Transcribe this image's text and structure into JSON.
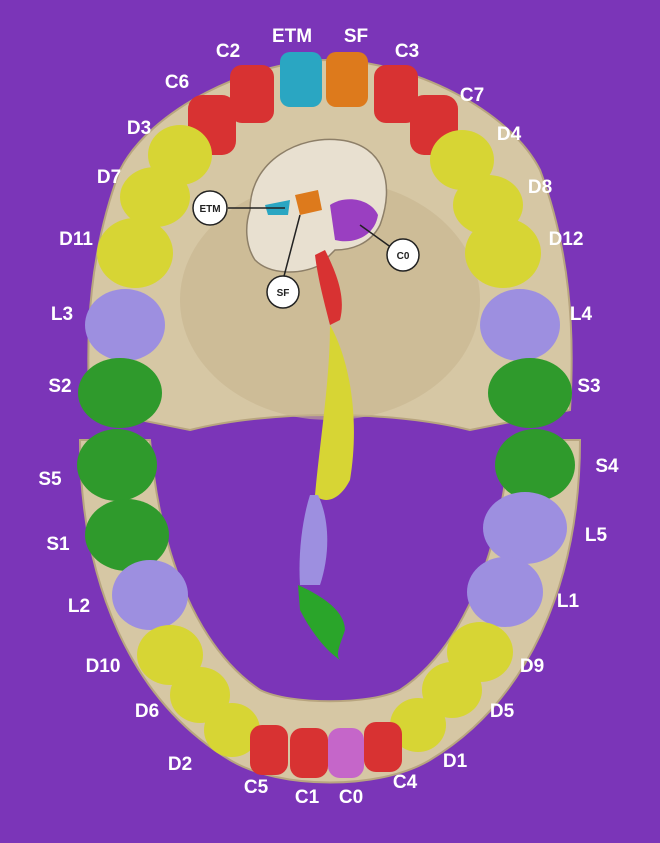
{
  "colors": {
    "background": "#7b35b8",
    "red": "#d83232",
    "teal": "#2aa6c2",
    "orange": "#dd7a1c",
    "yellow": "#d7d534",
    "lavender": "#9d8fe0",
    "green": "#2f9a2c",
    "pink": "#c566c9",
    "bone": "#d6c7a4",
    "spine_green": "#2aa52a"
  },
  "labels": {
    "ETM_top": "ETM",
    "SF_top": "SF",
    "C2": "C2",
    "C3": "C3",
    "C6": "C6",
    "C7": "C7",
    "D3": "D3",
    "D4": "D4",
    "D7": "D7",
    "D8": "D8",
    "D11": "D11",
    "D12": "D12",
    "L3": "L3",
    "L4": "L4",
    "S2": "S2",
    "S3": "S3",
    "S5": "S5",
    "S4": "S4",
    "S1": "S1",
    "L5": "L5",
    "L2": "L2",
    "L1": "L1",
    "D10": "D10",
    "D9": "D9",
    "D6": "D6",
    "D5": "D5",
    "D2": "D2",
    "D1": "D1",
    "C5": "C5",
    "C1": "C1",
    "C0_bottom": "C0",
    "C4": "C4"
  },
  "callouts": {
    "etm": "ETM",
    "sf": "SF",
    "c0": "C0"
  }
}
